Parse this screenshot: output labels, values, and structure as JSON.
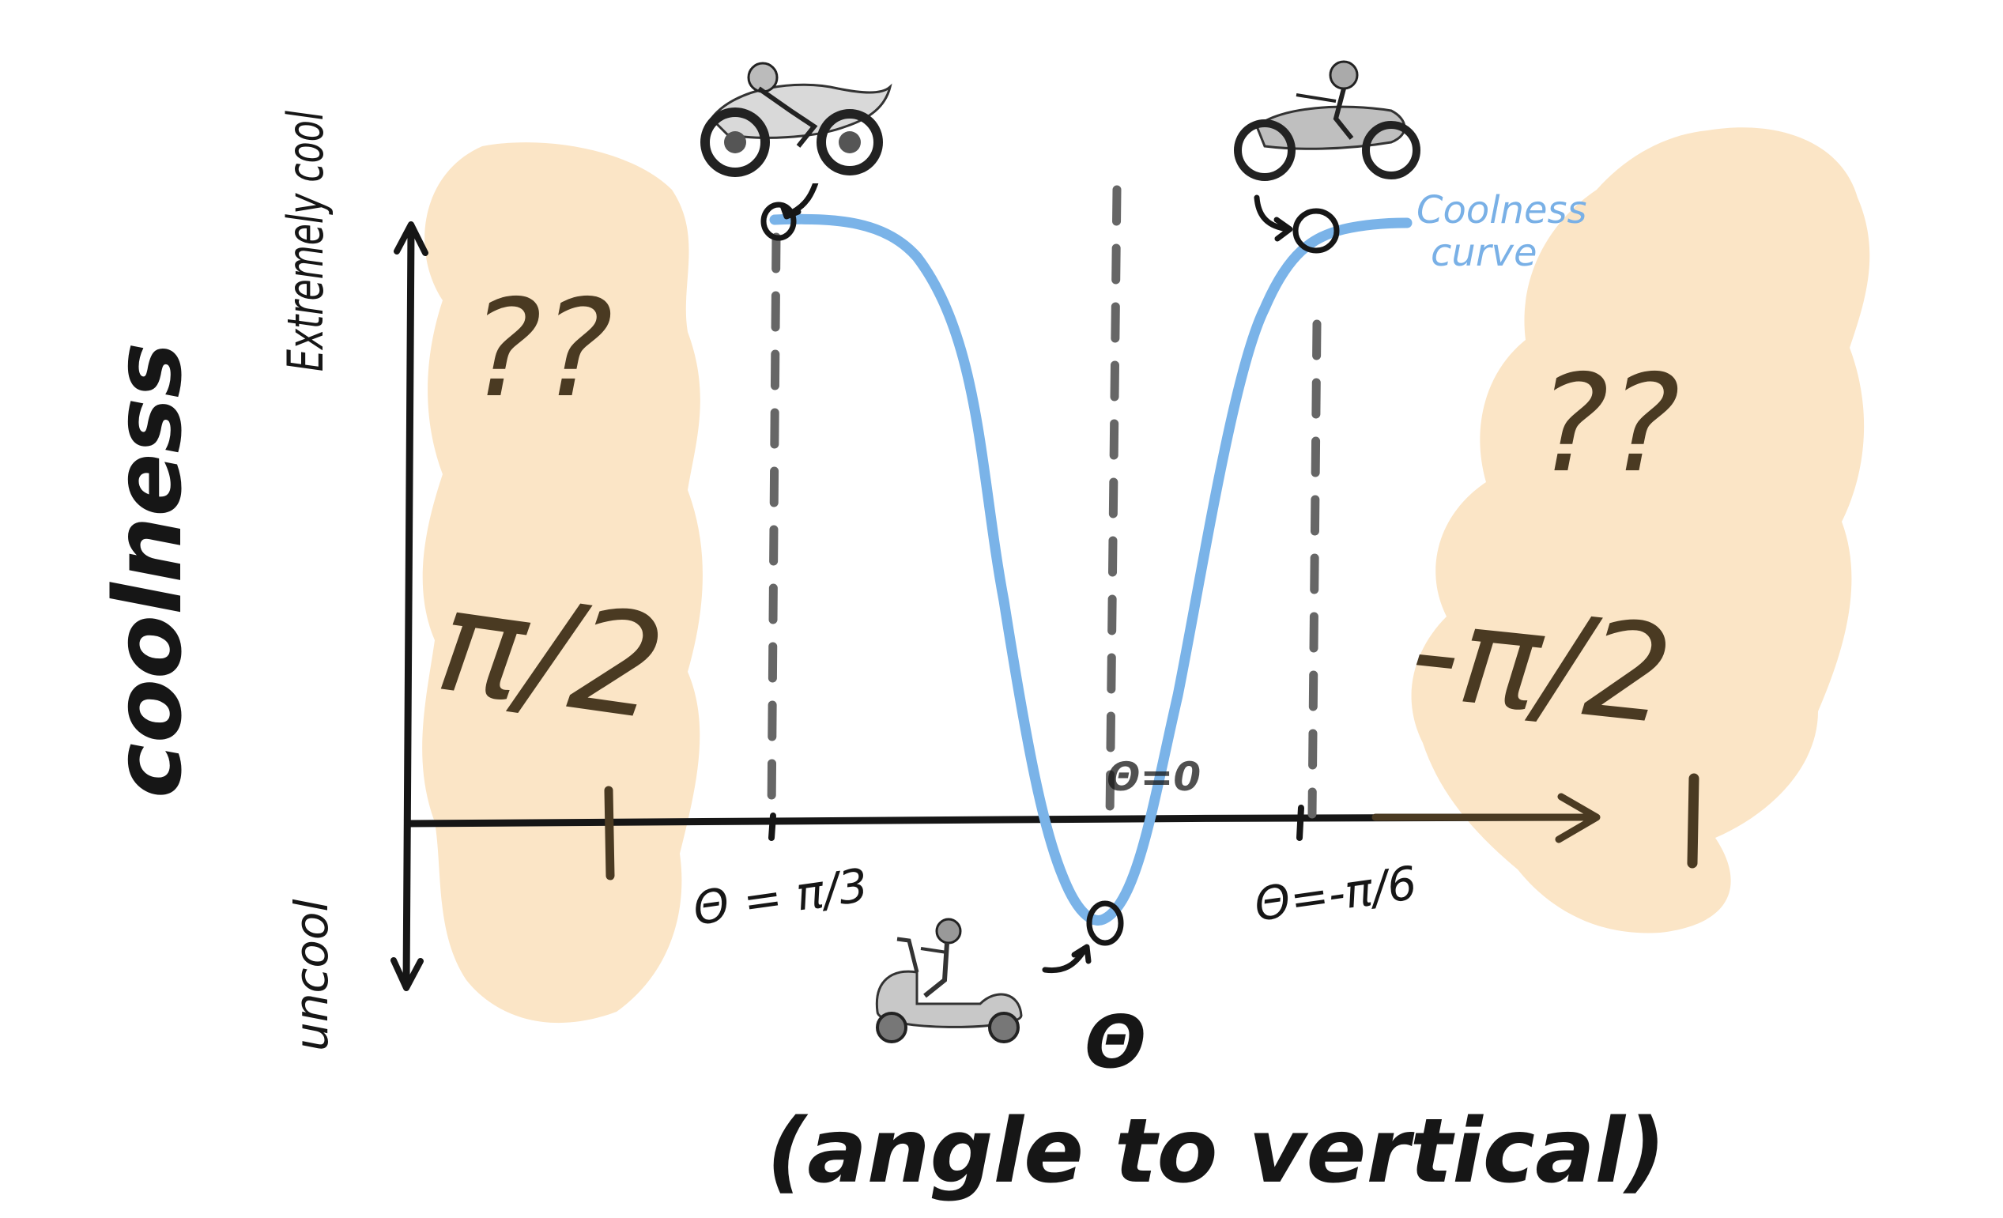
{
  "labels": {
    "y_axis_title": "coolness",
    "y_top": "Extremely cool",
    "y_bottom": "uncool",
    "x_axis_symbol": "Θ",
    "x_axis_desc": "(angle to vertical)",
    "tick_pi_over_3": "Θ = π/3",
    "tick_zero": "Θ=0",
    "tick_neg_pi_over_6": "Θ=-π/6",
    "curve_name_line1": "Coolness",
    "curve_name_line2": "curve",
    "left_region_qm": "??",
    "left_region_angle": "π/2",
    "right_region_qm": "??",
    "right_region_angle": "-π/2"
  },
  "pictures": {
    "sport_bike_icon": "sportbike-rider-sketch",
    "cruiser_icon": "cruiser-rider-sketch",
    "scooter_icon": "scooter-rider-sketch"
  },
  "colors": {
    "curve": "#7ab3e8",
    "unknown_region": "#fbe5c6",
    "ink": "#161616",
    "brown_ink": "#4a3a22",
    "dashed_line": "#666666"
  }
}
